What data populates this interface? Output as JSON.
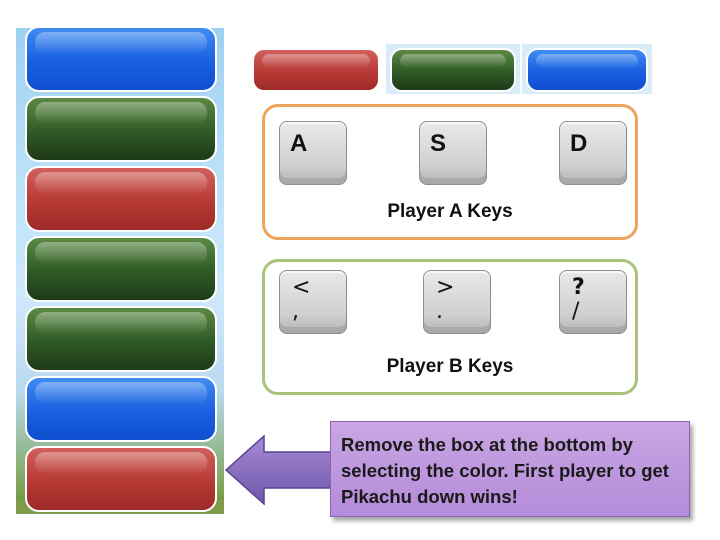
{
  "stack": {
    "blocks": [
      {
        "color": "blue",
        "hex": "#1a5fe0"
      },
      {
        "color": "green",
        "hex": "#2f5a26"
      },
      {
        "color": "red",
        "hex": "#b73a36"
      },
      {
        "color": "green",
        "hex": "#2f5a26"
      },
      {
        "color": "green",
        "hex": "#2f5a26"
      },
      {
        "color": "blue",
        "hex": "#1a5fe0"
      },
      {
        "color": "red",
        "hex": "#b73a36"
      }
    ]
  },
  "color_buttons": [
    {
      "color": "red",
      "hex": "#b73a36"
    },
    {
      "color": "green",
      "hex": "#2f5a26"
    },
    {
      "color": "blue",
      "hex": "#1a5fe0"
    }
  ],
  "player_a": {
    "title": "Player A Keys",
    "keys": [
      "A",
      "S",
      "D"
    ]
  },
  "player_b": {
    "title": "Player B Keys",
    "keys": [
      {
        "top": "<",
        "bottom": ","
      },
      {
        "top": ">",
        "bottom": "."
      },
      {
        "top": "?",
        "bottom": "/"
      }
    ]
  },
  "instructions": {
    "text": "Remove the box at the bottom by selecting the color. First player to get Pikachu down wins!"
  },
  "colors": {
    "panel_a_border": "#f0a35a",
    "panel_b_border": "#a9c47a",
    "note_background": "#b48bd9",
    "arrow": "#8a6fc0"
  }
}
